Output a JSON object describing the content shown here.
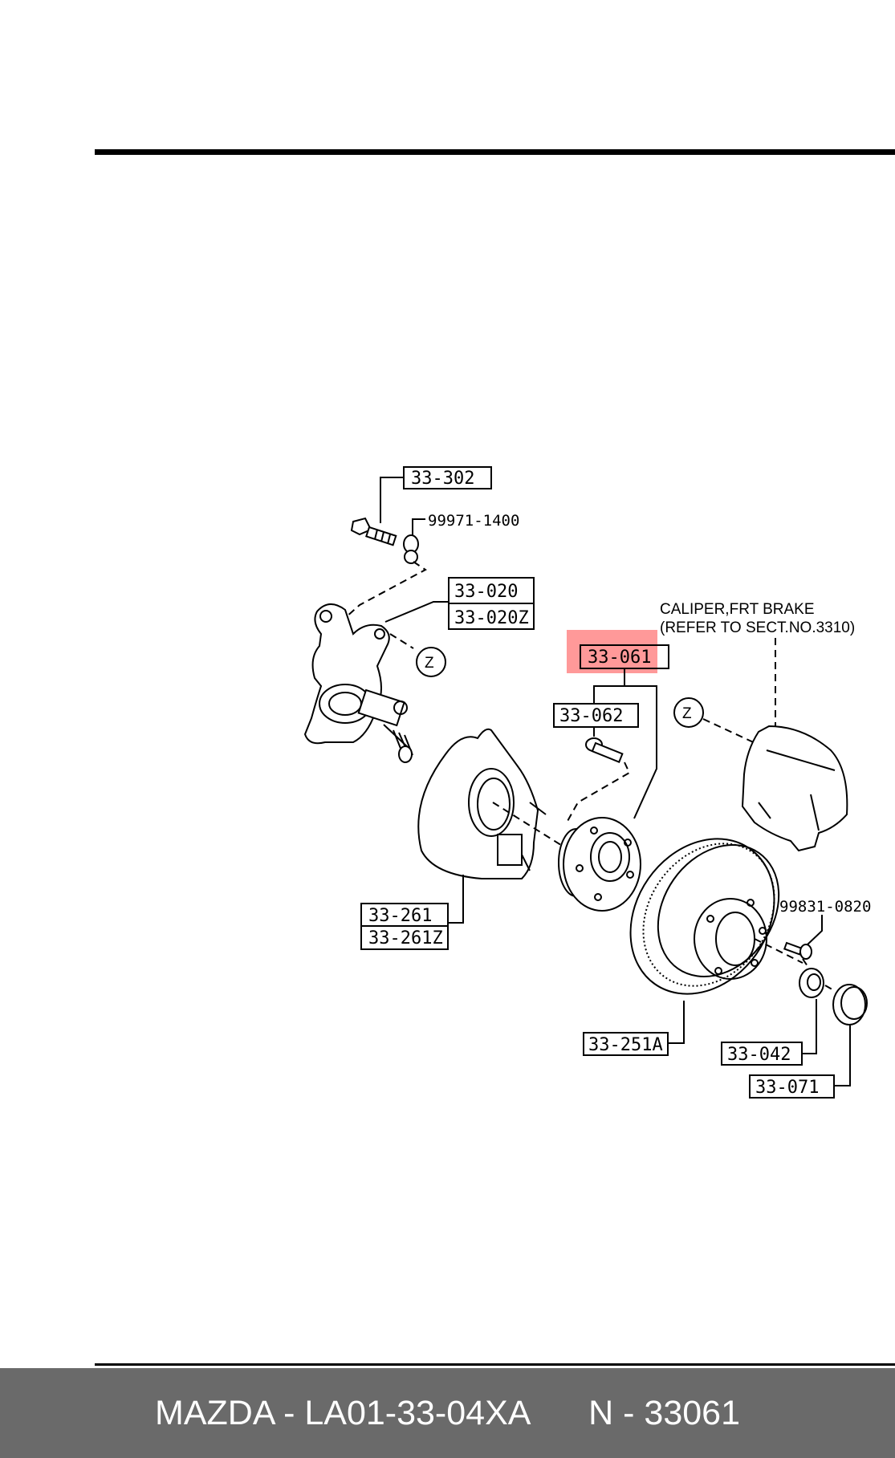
{
  "callouts": {
    "c33302": "33-302",
    "c99971": "99971-1400",
    "c33020": "33-020",
    "c33020z": "33-020Z",
    "caliper_line1": "CALIPER,FRT BRAKE",
    "caliper_line2": "(REFER TO SECT.NO.3310)",
    "c33061": "33-061",
    "c33062": "33-062",
    "z_left": "Z",
    "z_right": "Z",
    "c33261": "33-261",
    "c33261z": "33-261Z",
    "c99831": "99831-0820",
    "c33251a": "33-251A",
    "c33042": "33-042",
    "c33071": "33-071"
  },
  "highlight": {
    "part": "33-061",
    "color": "#ff0000"
  },
  "footer": {
    "part_text": "MAZDA - LA01-33-04XA",
    "number_text": "N - 33061"
  },
  "colors": {
    "footer_bg": "#6a6a6a",
    "footer_fg": "#ffffff",
    "highlight": "#ff000066"
  }
}
